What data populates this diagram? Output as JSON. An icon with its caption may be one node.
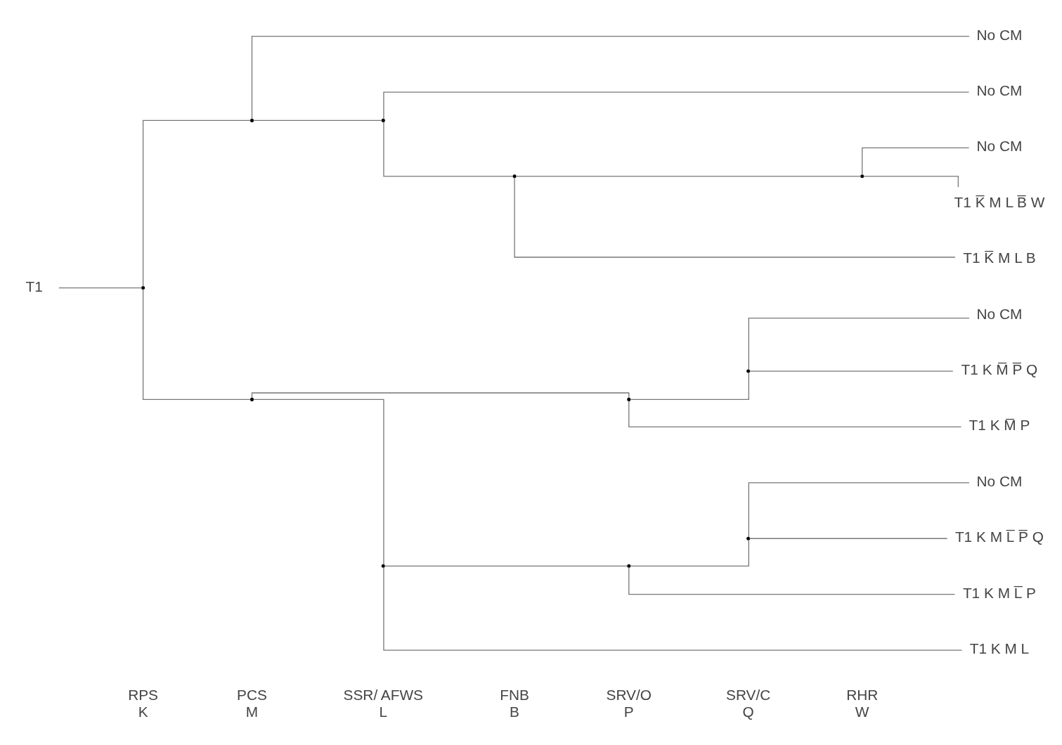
{
  "diagram": {
    "nodes": [
      {
        "text": [
          "T1"
        ]
      },
      {
        "text": [],
        "shape": "point"
      },
      {
        "text": [],
        "shape": "point"
      },
      {
        "text": [
          "No CM"
        ]
      },
      {
        "text": [],
        "shape": "point"
      },
      {
        "text": [
          "No CM"
        ]
      },
      {
        "text": [],
        "shape": "point"
      },
      {
        "text": [],
        "shape": "point"
      },
      {
        "text": [
          "No CM"
        ]
      },
      {
        "text": [
          "T1 K̅ M L B̅ W"
        ]
      },
      {
        "text": [
          "T1 K̅ M L B"
        ]
      },
      {
        "text": [],
        "shape": "point"
      },
      {
        "text": [],
        "shape": "point"
      },
      {
        "text": [],
        "shape": "point"
      },
      {
        "text": [
          "No CM"
        ]
      },
      {
        "text": [
          "T1 K M̅ P̅ Q"
        ]
      },
      {
        "text": [
          "T1 K M̅ P"
        ]
      },
      {
        "text": [],
        "shape": "point"
      },
      {
        "text": [],
        "shape": "point"
      },
      {
        "text": [],
        "shape": "point"
      },
      {
        "text": [
          "No CM"
        ]
      },
      {
        "text": [
          "T1 K M L̅ P̅ Q"
        ]
      },
      {
        "text": [
          "T1 K M L̅ P"
        ]
      },
      {
        "text": [
          "T1 K M L"
        ]
      }
    ],
    "edges": [
      {
        "from": 0,
        "to": 1,
        "arrow": "none"
      },
      {
        "from": 1,
        "to": 2,
        "arrow": "none"
      },
      {
        "from": 1,
        "to": 11,
        "arrow": "none"
      },
      {
        "from": 2,
        "to": 3,
        "arrow": "none"
      },
      {
        "from": 2,
        "to": 4,
        "arrow": "none"
      },
      {
        "from": 4,
        "to": 5,
        "arrow": "none"
      },
      {
        "from": 4,
        "to": 6,
        "arrow": "none"
      },
      {
        "from": 6,
        "to": 7,
        "arrow": "none"
      },
      {
        "from": 6,
        "to": 10,
        "arrow": "none"
      },
      {
        "from": 7,
        "to": 8,
        "arrow": "none"
      },
      {
        "from": 7,
        "to": 9,
        "arrow": "none"
      },
      {
        "from": 11,
        "to": 12,
        "arrow": "none"
      },
      {
        "from": 11,
        "to": 17,
        "arrow": "none"
      },
      {
        "from": 12,
        "to": 13,
        "arrow": "none"
      },
      {
        "from": 12,
        "to": 16,
        "arrow": "none"
      },
      {
        "from": 13,
        "to": 14,
        "arrow": "none"
      },
      {
        "from": 13,
        "to": 15,
        "arrow": "none"
      },
      {
        "from": 17,
        "to": 18,
        "arrow": "none"
      },
      {
        "from": 17,
        "to": 23,
        "arrow": "none"
      },
      {
        "from": 18,
        "to": 19,
        "arrow": "none"
      },
      {
        "from": 18,
        "to": 22,
        "arrow": "none"
      },
      {
        "from": 19,
        "to": 20,
        "arrow": "none"
      },
      {
        "from": 19,
        "to": 21,
        "arrow": "none"
      }
    ],
    "labels": [
      "RPS",
      "K",
      "PCS",
      "M",
      "SSR/ AFWS",
      "L",
      "FNB",
      "B",
      "SRV/O",
      "P",
      "SRV/C",
      "Q",
      "RHR",
      "W"
    ]
  }
}
